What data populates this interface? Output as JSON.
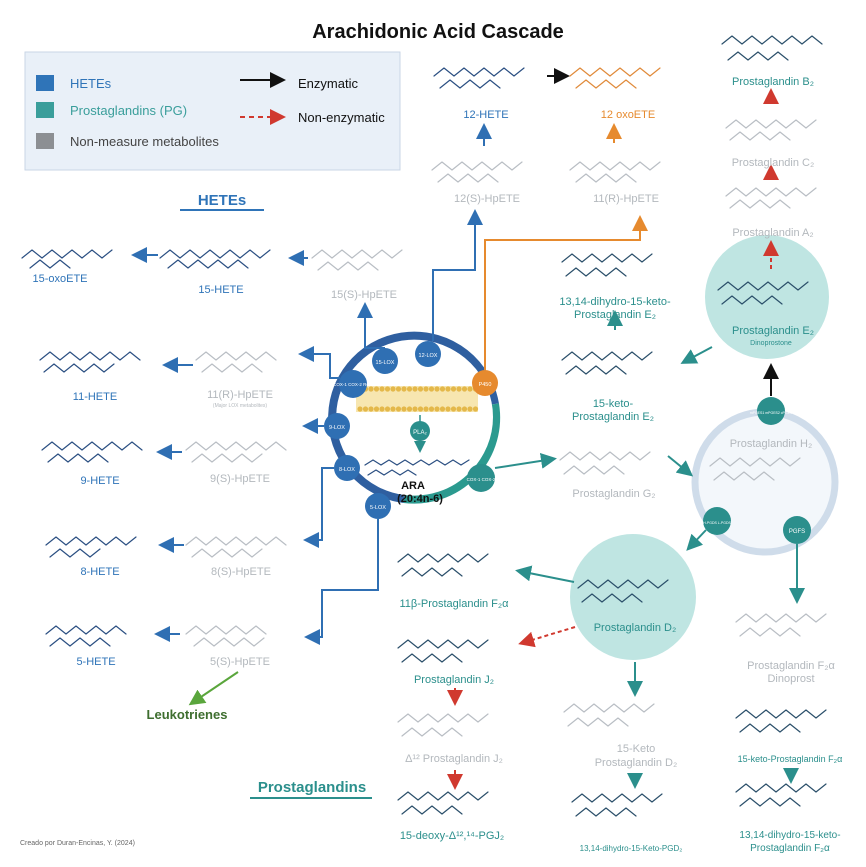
{
  "title": "Arachidonic Acid Cascade",
  "credit": "Creado por Duran-Encinas, Y. (2024)",
  "legend": {
    "items": [
      {
        "label": "HETEs",
        "color": "#2f74b8"
      },
      {
        "label": "Prostaglandins (PG)",
        "color": "#3a9e9b"
      },
      {
        "label": "Non-measure metabolites",
        "color": "#8c8f93"
      }
    ],
    "arrows": [
      {
        "label": "Enzymatic",
        "color": "#111111",
        "style": "solid"
      },
      {
        "label": "Non-enzymatic",
        "color": "#d0392f",
        "style": "dashed"
      }
    ]
  },
  "sections": {
    "hetes": "HETEs",
    "prostaglandins": "Prostaglandins",
    "leukotrienes": "Leukotrienes"
  },
  "center": {
    "line1": "ARA",
    "line2": "(20:4n-6)",
    "pla2": "PLA₂"
  },
  "enzymes": [
    "15-LOX",
    "12-LOX",
    "COX-1 COX-2 ROS",
    "9-LOX",
    "8-LOX",
    "5-LOX",
    "P450",
    "COX-1 COX-2"
  ],
  "enzymes_small": {
    "ptges": "mPGES1 mPGES2 cPGES",
    "pgds": "H-PGDS L-PGDS",
    "pgfs": "PGFS"
  },
  "hetes_side": {
    "oxoete15": "15-oxoETE",
    "hete15": "15-HETE",
    "hpete15s": "15(S)-HpETE",
    "hete11": "11-HETE",
    "hpete11r": "11(R)-HpETE",
    "hpete11r_sub": "(Major LOX metabolites)",
    "hete9": "9-HETE",
    "hpete9s": "9(S)-HpETE",
    "hete8": "8-HETE",
    "hpete8s": "8(S)-HpETE",
    "hete5": "5-HETE",
    "hpete5s": "5(S)-HpETE"
  },
  "top": {
    "hete12": "12-HETE",
    "oxoete12": "12 oxoETE",
    "hpete12s": "12(S)-HpETE",
    "hpete11r": "11(R)-HpETE"
  },
  "pg": {
    "pgb2": "Prostaglandin B₂",
    "pgc2": "Prostaglandin C₂",
    "pga2": "Prostaglandin A₂",
    "pge2": "Prostaglandin E₂",
    "pge2_sub": "Dinoprostone",
    "dhk_pge2_l1": "13,14-dihydro-15-keto-",
    "dhk_pge2_l2": "Prostaglandin E₂",
    "k_pge2_l1": "15-keto-",
    "k_pge2_l2": "Prostaglandin E₂",
    "pgh2": "Prostaglandin H₂",
    "pgg2": "Prostaglandin G₂",
    "pgd2": "Prostaglandin D₂",
    "pgf2b": "11β-Prostaglandin F₂α",
    "pgj2": "Prostaglandin J₂",
    "d12pgj2": "Δ¹² Prostaglandin J₂",
    "dpgj2": "15-deoxy-Δ¹²,¹⁴-PGJ₂",
    "kpgd2_l1": "15-Keto",
    "kpgd2_l2": "Prostaglandin D₂",
    "dhkpgd2": "13,14-dihydro-15-Keto-PGD₂",
    "pgf2a_l1": "Prostaglandin F₂α",
    "pgf2a_l2": "Dinoprost",
    "kpgf2a": "15-keto-Prostaglandin F₂α",
    "dhkpgf2a_l1": "13,14-dihydro-15-keto-",
    "dhkpgf2a_l2": "Prostaglandin F₂α"
  },
  "colors": {
    "hete": "#2f74b8",
    "pg": "#2b8f8c",
    "gray": "#b3b8bd",
    "orange": "#e68a2e",
    "red": "#d0392f",
    "green": "#5aa63c",
    "leuko": "#3e6e2f"
  }
}
